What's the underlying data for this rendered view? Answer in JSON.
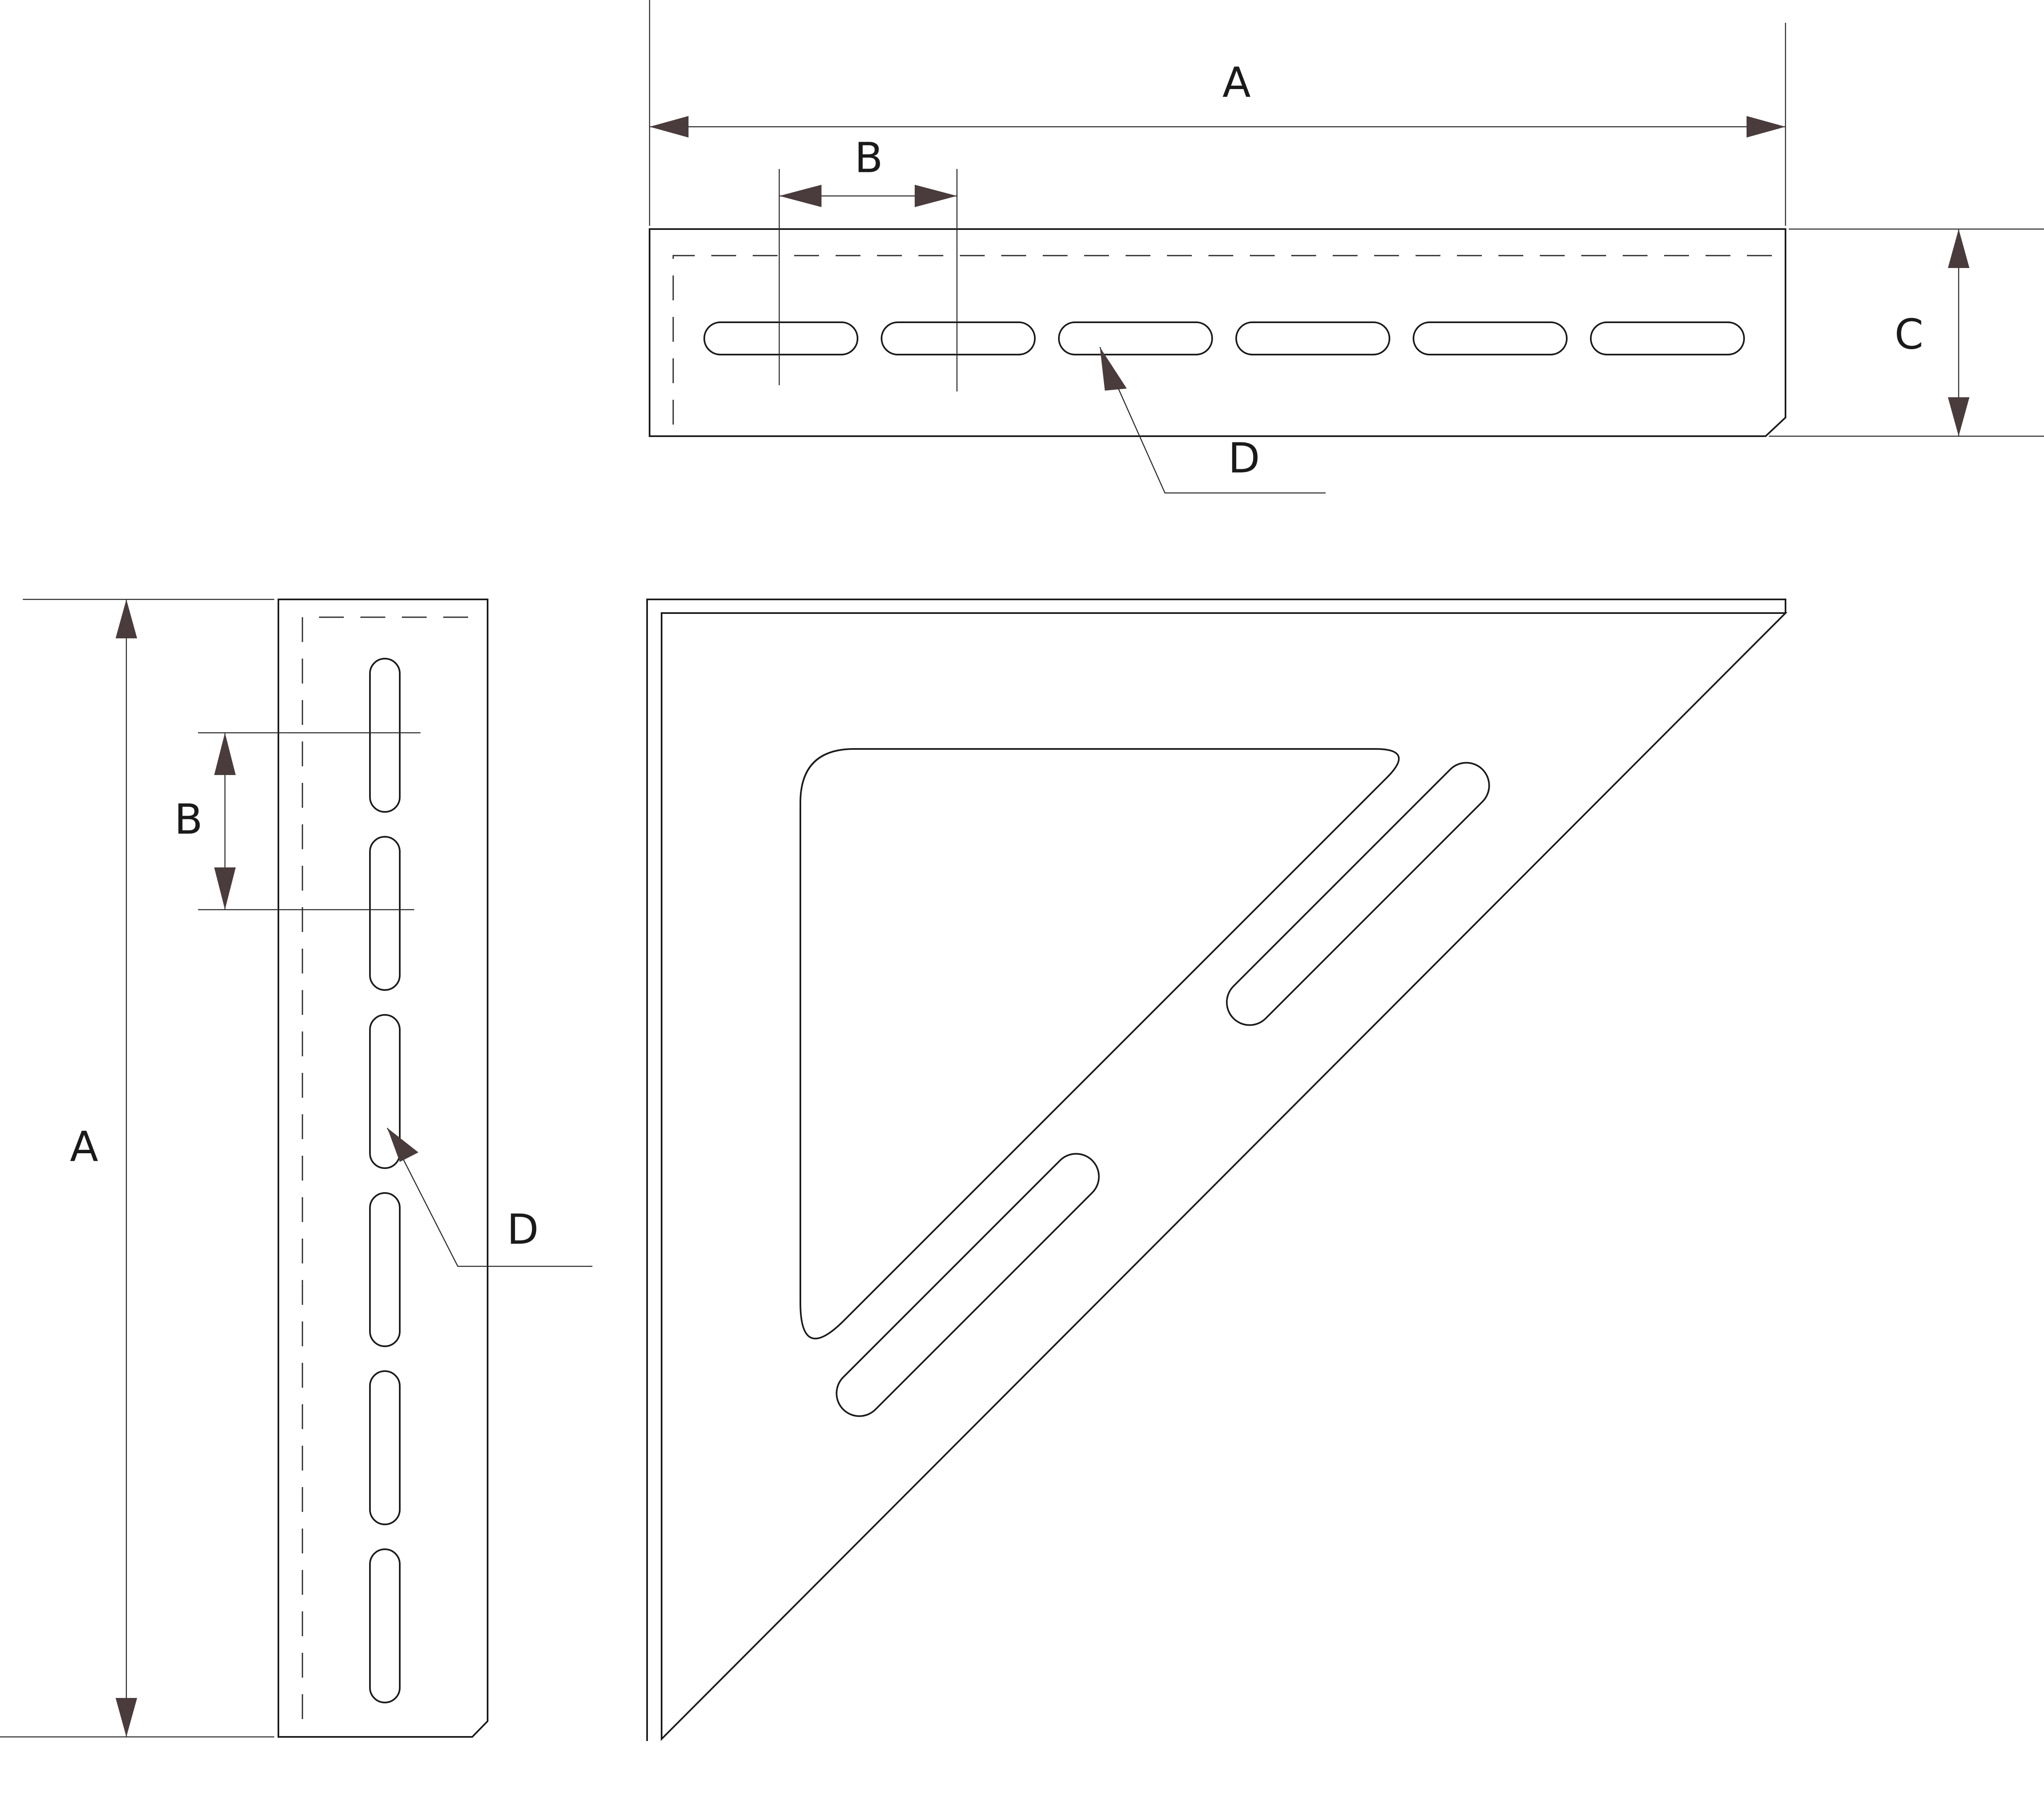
{
  "colors": {
    "line": "#1a1a1a",
    "arrowhead": "#4a3c3c",
    "background": "#ffffff"
  },
  "top_view": {
    "dim_overall": "A",
    "dim_pitch": "B",
    "dim_height": "C",
    "callout_slot": "D",
    "slot_count": 6
  },
  "side_view": {
    "dim_overall": "A",
    "dim_pitch": "B",
    "callout_slot": "D",
    "slot_count": 6
  },
  "gusset_view": {
    "slot_count": 2
  }
}
